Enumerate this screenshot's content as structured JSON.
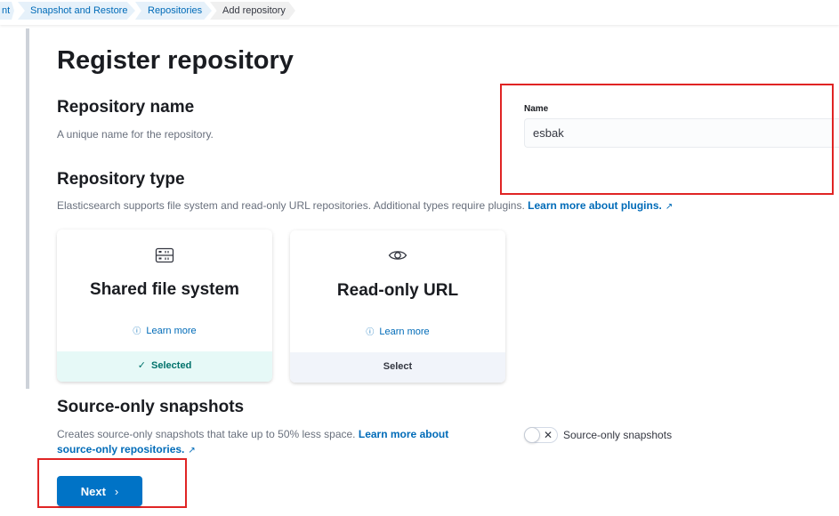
{
  "breadcrumbs": [
    {
      "label": "nt"
    },
    {
      "label": "Snapshot and Restore"
    },
    {
      "label": "Repositories"
    },
    {
      "label": "Add repository"
    }
  ],
  "page": {
    "title": "Register repository"
  },
  "repository_name": {
    "title": "Repository name",
    "description": "A unique name for the repository.",
    "field_label": "Name",
    "field_value": "esbak"
  },
  "repository_type": {
    "title": "Repository type",
    "description": "Elasticsearch supports file system and read-only URL repositories. Additional types require plugins.",
    "learn_more_link": "Learn more about plugins.",
    "cards": [
      {
        "title": "Shared file system",
        "learn_more": "Learn more",
        "footer": "Selected",
        "icon": "storage-icon"
      },
      {
        "title": "Read-only URL",
        "learn_more": "Learn more",
        "footer": "Select",
        "icon": "eye-icon"
      }
    ]
  },
  "source_only": {
    "title": "Source-only snapshots",
    "description": "Creates source-only snapshots that take up to 50% less space.",
    "learn_more_link_1": "Learn more about",
    "learn_more_link_2": "source-only repositories.",
    "toggle_label": "Source-only snapshots",
    "toggle_on": false
  },
  "actions": {
    "next_label": "Next"
  },
  "colors": {
    "primary": "#0073c6",
    "link": "#006bb8",
    "selected_bg": "#e6f9f7",
    "selected_text": "#00726b",
    "annotation": "#e02424"
  }
}
